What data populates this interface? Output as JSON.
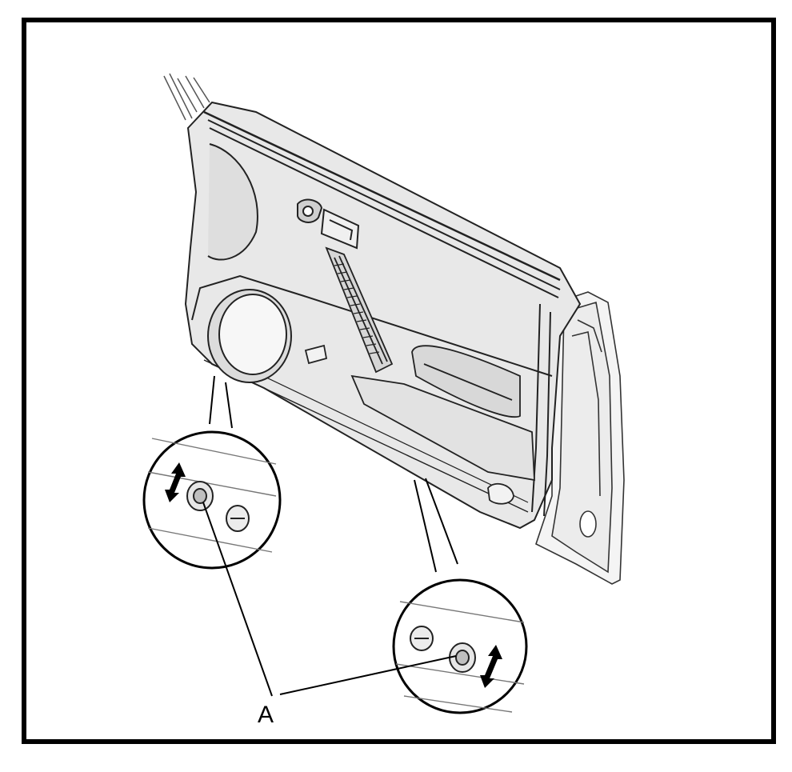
{
  "diagram": {
    "callout_label": "A",
    "colors": {
      "frame": "#000000",
      "panel_fill": "#e9e9e9",
      "panel_shade": "#d4d4d4",
      "line": "#2a2a2a",
      "background": "#ffffff"
    },
    "parts": [
      "door-trim-panel",
      "speaker-grille",
      "interior-door-handle",
      "armrest-grab-handle",
      "door-shell",
      "detail-magnifier-left",
      "detail-magnifier-right"
    ]
  }
}
